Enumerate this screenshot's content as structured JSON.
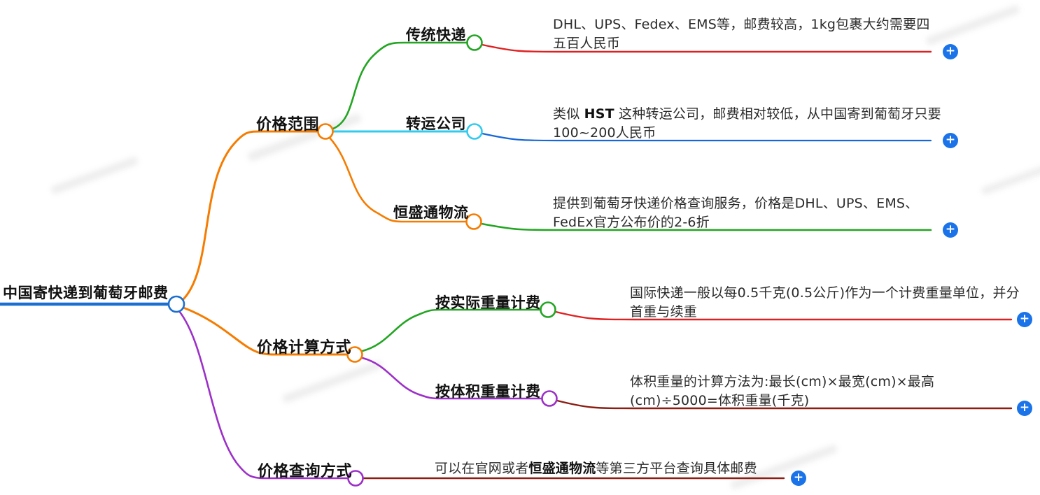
{
  "colors": {
    "root_blue": "#1B6FD0",
    "orange": "#F57C00",
    "green": "#23A523",
    "cyan": "#32CBEE",
    "red": "#E02020",
    "blue": "#1667D9",
    "dark_red": "#8B1E12",
    "purple": "#9C30C8",
    "plus_blue": "#1A73E8"
  },
  "icons": {
    "plus": "+"
  },
  "root": {
    "label": "中国寄快递到葡萄牙邮费"
  },
  "branches": [
    {
      "label": "价格范围",
      "children": [
        {
          "label": "传统快递",
          "text": "DHL、UPS、Fedex、EMS等，邮费较高，1kg包裹大约需要四五百人民币"
        },
        {
          "label": "转运公司",
          "text_pre": "类似 ",
          "text_bold": "HST",
          "text_post": " 这种转运公司，邮费相对较低，从中国寄到葡萄牙只要100~200人民币"
        },
        {
          "label": "恒盛通物流",
          "text": "提供到葡萄牙快递价格查询服务，价格是DHL、UPS、EMS、FedEx官方公布价的2-6折"
        }
      ]
    },
    {
      "label": "价格计算方式",
      "children": [
        {
          "label": "按实际重量计费",
          "text": "国际快递一般以每0.5千克(0.5公斤)作为一个计费重量单位，并分首重与续重"
        },
        {
          "label": "按体积重量计费",
          "text": "体积重量的计算方法为:最长(cm)×最宽(cm)×最高(cm)÷5000=体积重量(千克)"
        }
      ]
    },
    {
      "label": "价格查询方式",
      "children": [
        {
          "text_pre": "可以在官网或者",
          "text_bold": "恒盛通物流",
          "text_post": "等第三方平台查询具体邮费"
        }
      ]
    }
  ]
}
